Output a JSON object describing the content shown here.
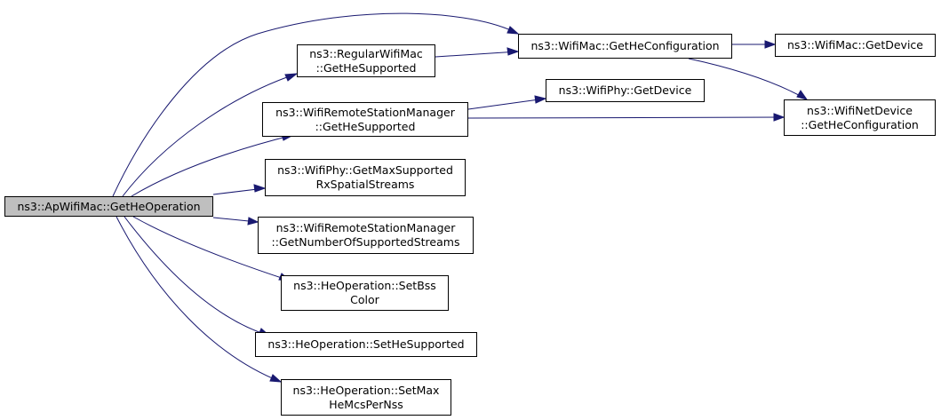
{
  "graph": {
    "nodes": {
      "root": {
        "lines": [
          "ns3::ApWifiMac::GetHeOperation"
        ]
      },
      "regular_mac_get_he_supported": {
        "lines": [
          "ns3::RegularWifiMac",
          "::GetHeSupported"
        ]
      },
      "wifi_mac_get_he_configuration": {
        "lines": [
          "ns3::WifiMac::GetHeConfiguration"
        ]
      },
      "wifi_mac_get_device": {
        "lines": [
          "ns3::WifiMac::GetDevice"
        ]
      },
      "wifi_phy_get_device": {
        "lines": [
          "ns3::WifiPhy::GetDevice"
        ]
      },
      "remote_manager_get_he_supported": {
        "lines": [
          "ns3::WifiRemoteStationManager",
          "::GetHeSupported"
        ]
      },
      "net_device_get_he_configuration": {
        "lines": [
          "ns3::WifiNetDevice",
          "::GetHeConfiguration"
        ]
      },
      "phy_get_max_rx_streams": {
        "lines": [
          "ns3::WifiPhy::GetMaxSupported",
          "RxSpatialStreams"
        ]
      },
      "remote_manager_get_num_streams": {
        "lines": [
          "ns3::WifiRemoteStationManager",
          "::GetNumberOfSupportedStreams"
        ]
      },
      "he_op_set_bss_color": {
        "lines": [
          "ns3::HeOperation::SetBss",
          "Color"
        ]
      },
      "he_op_set_he_supported": {
        "lines": [
          "ns3::HeOperation::SetHeSupported"
        ]
      },
      "he_op_set_max_mcs": {
        "lines": [
          "ns3::HeOperation::SetMax",
          "HeMcsPerNss"
        ]
      }
    },
    "edges": [
      {
        "from": "root",
        "to": "wifi_mac_get_he_configuration"
      },
      {
        "from": "root",
        "to": "regular_mac_get_he_supported"
      },
      {
        "from": "root",
        "to": "remote_manager_get_he_supported"
      },
      {
        "from": "root",
        "to": "phy_get_max_rx_streams"
      },
      {
        "from": "root",
        "to": "remote_manager_get_num_streams"
      },
      {
        "from": "root",
        "to": "he_op_set_bss_color"
      },
      {
        "from": "root",
        "to": "he_op_set_he_supported"
      },
      {
        "from": "root",
        "to": "he_op_set_max_mcs"
      },
      {
        "from": "regular_mac_get_he_supported",
        "to": "wifi_mac_get_he_configuration"
      },
      {
        "from": "wifi_mac_get_he_configuration",
        "to": "wifi_mac_get_device"
      },
      {
        "from": "wifi_mac_get_he_configuration",
        "to": "net_device_get_he_configuration"
      },
      {
        "from": "remote_manager_get_he_supported",
        "to": "wifi_phy_get_device"
      },
      {
        "from": "remote_manager_get_he_supported",
        "to": "net_device_get_he_configuration"
      }
    ]
  }
}
